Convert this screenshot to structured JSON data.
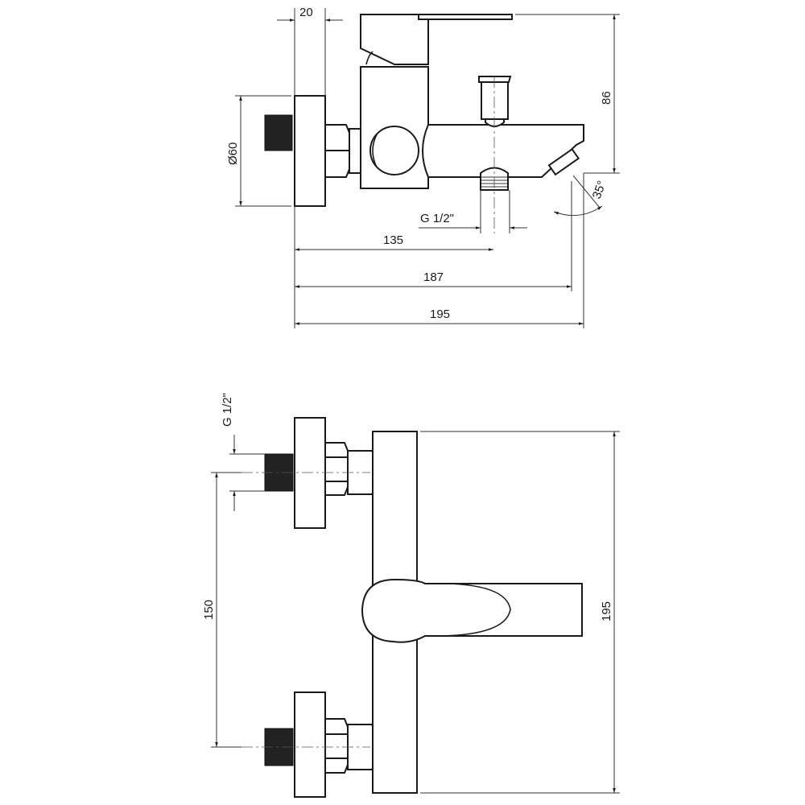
{
  "top_view": {
    "dim_flange_depth": "20",
    "dim_height": "86",
    "dim_flange_diameter": "Ø60",
    "dim_outlet_thread": "G 1/2\"",
    "dim_outlet_position": "135",
    "dim_spout_reach": "187",
    "dim_overall_depth": "195",
    "dim_spout_angle": "35°"
  },
  "front_view": {
    "dim_inlet_thread": "G 1/2\"",
    "dim_inlet_spacing": "150",
    "dim_overall_height": "195"
  }
}
